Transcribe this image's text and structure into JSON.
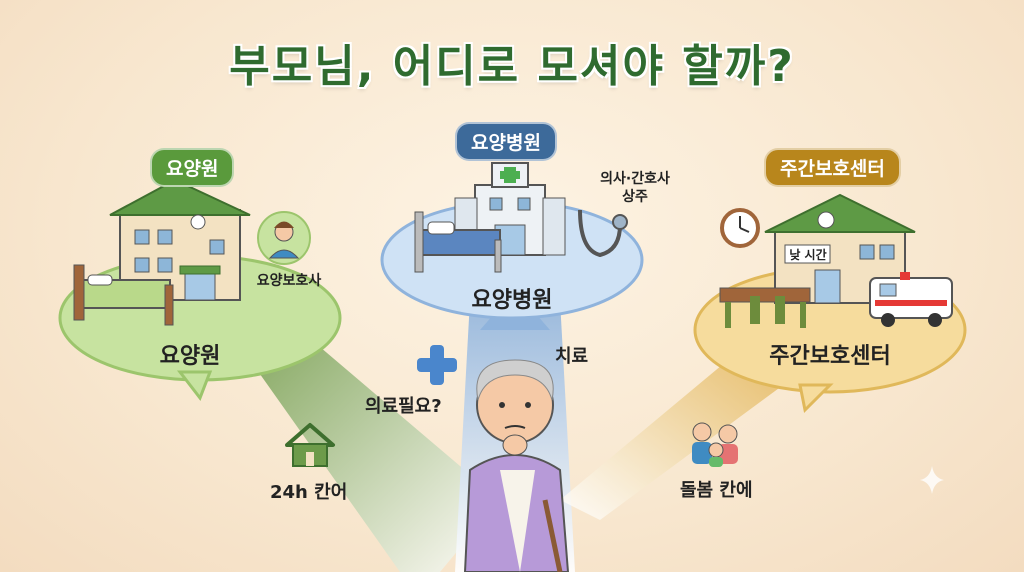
{
  "title": "부모님, 어디로 모셔야 할까?",
  "nursing_home": {
    "tag": "요양원",
    "label": "요양원",
    "caregiver_label": "요양보호사",
    "care_label": "24h 칸어",
    "tag_color": "#5a9a3c"
  },
  "hospital": {
    "tag": "요양병원",
    "label": "요양병원",
    "staff_label_line1": "의사·간호사",
    "staff_label_line2": "상주",
    "medical_question": "의료필요?",
    "treatment_label": "치료",
    "tag_color": "#3d6a9a"
  },
  "daycare": {
    "tag": "주간보호센터",
    "label": "주간보호센터",
    "sign_label": "낮 시간",
    "care_label": "돌봄 칸에",
    "tag_color": "#b8861c"
  }
}
